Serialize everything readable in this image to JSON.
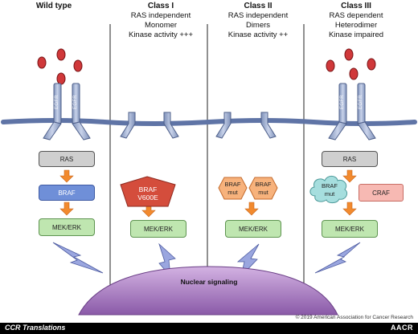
{
  "columns": [
    {
      "title": "Wild type"
    },
    {
      "title": "Class I",
      "line1": "RAS independent",
      "line2": "Monomer",
      "line3": "Kinase activity +++"
    },
    {
      "title": "Class II",
      "line1": "RAS independent",
      "line2": "Dimers",
      "line3": "Kinase activity ++"
    },
    {
      "title": "Class III",
      "line1": "RAS dependent",
      "line2": "Heterodimer",
      "line3": "Kinase impaired"
    }
  ],
  "labels": {
    "egfr": "EGFR",
    "ras": "RAS",
    "braf": "BRAF",
    "v600e": "V600E",
    "mut": "mut",
    "craf": "CRAF",
    "mek_erk": "MEK/ERK",
    "nuclear": "Nuclear signaling"
  },
  "footer": {
    "copyright": "© 2019 American Association for Cancer Research",
    "left": "CCR Translations",
    "right": "AACR"
  },
  "colors": {
    "ras": "#cfcfcf",
    "braf": "#6f8fd8",
    "braf_v600e": "#d44d3c",
    "braf_mut": "#f7b27c",
    "braf_mut_cloud": "#a6dede",
    "craf": "#f7b9b3",
    "mek_erk": "#bfe6b0",
    "ligand": "#d0383a",
    "nucleus": "#a97cc4",
    "arrow": "#f28a2e",
    "signal_bolt": "#9aa6df"
  }
}
